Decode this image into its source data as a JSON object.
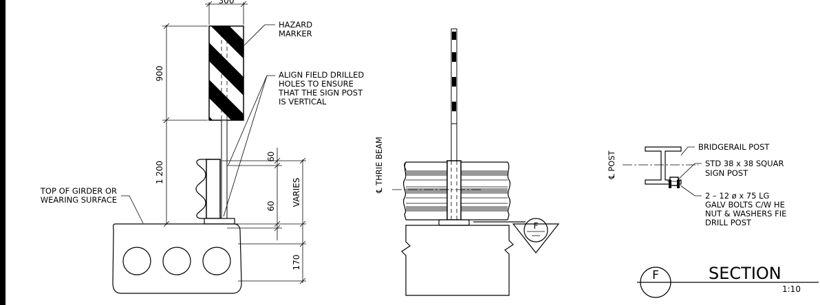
{
  "dimensions": {
    "marker_width": "300",
    "marker_height": "900",
    "post_height": "1 200",
    "upper_hole_offset": "60",
    "lower_hole_offset": "60",
    "hole_spacing": "VARIES",
    "base_depth": "170"
  },
  "labels": {
    "hazard_marker_1": "HAZARD",
    "hazard_marker_2": "MARKER",
    "align_1": "ALIGN FIELD DRILLED",
    "align_2": "HOLES TO ENSURE",
    "align_3": "THAT THE SIGN POST",
    "align_4": "IS VERTICAL",
    "girder_1": "TOP OF GIRDER OR",
    "girder_2": "WEARING SURFACE",
    "thrie_beam": "℄ THRIE BEAM",
    "post_cl": "℄ POST",
    "bridgerail_post": "BRIDGERAIL POST",
    "sign_post_1": "STD 38 x 38 SQUAR",
    "sign_post_2": "SIGN POST",
    "bolts_1": "2 – 12 ø x 75 LG",
    "bolts_2": "GALV BOLTS C/W HE",
    "bolts_3": "NUT & WASHERS FIE",
    "bolts_4": "DRILL POST"
  },
  "section_callout": {
    "letter": "F",
    "elevation_letter": "F",
    "title": "SECTION",
    "scale": "1:10"
  }
}
